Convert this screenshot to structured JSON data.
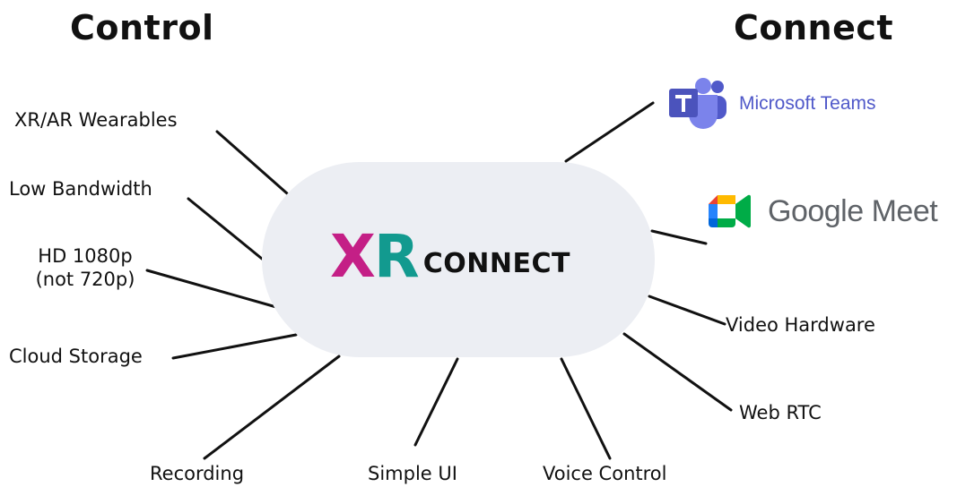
{
  "headings": {
    "left": "Control",
    "right": "Connect"
  },
  "center": {
    "logo": {
      "x": "X",
      "r": "R",
      "connect": "CONNECT"
    },
    "colors": {
      "x": "#c41f86",
      "r": "#129a8f",
      "hub_fill": "#eceef3"
    }
  },
  "control": {
    "items": [
      "XR/AR Wearables",
      "Low Bandwidth",
      "HD 1080p\n(not 720p)",
      "Cloud Storage",
      "Recording",
      "Simple UI",
      "Voice Control"
    ]
  },
  "connect": {
    "items": [
      {
        "label": "Microsoft Teams",
        "icon": "microsoft-teams-icon"
      },
      {
        "label": "Google Meet",
        "icon": "google-meet-icon"
      },
      {
        "label": "Video Hardware"
      },
      {
        "label": "Web RTC"
      }
    ]
  }
}
